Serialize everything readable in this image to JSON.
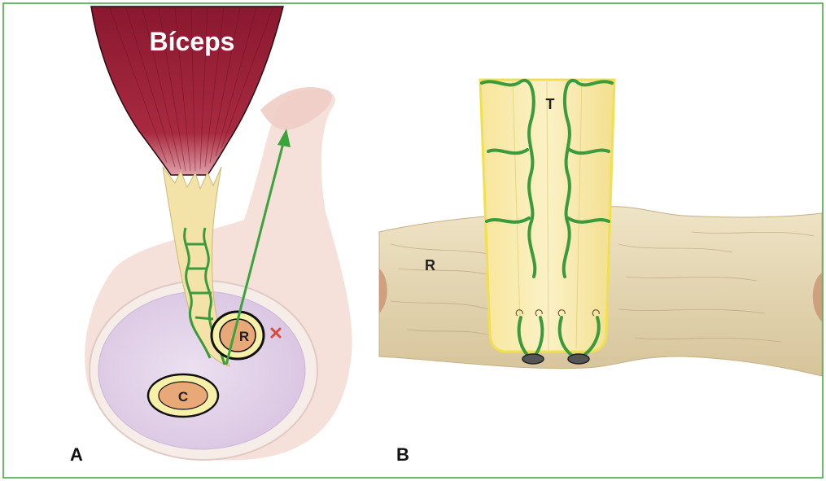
{
  "panel_a": {
    "muscle_label": "Bíceps",
    "radius_label": "R",
    "cut_label": "C",
    "panel_letter": "A"
  },
  "panel_b": {
    "tendon_label": "T",
    "radius_label": "R",
    "panel_letter": "B"
  },
  "colors": {
    "frame_border": "#3aa33a",
    "muscle": "#8e1a30",
    "tendon": "#f3e3a8",
    "suture": "#3b9a3b",
    "bone": "#e9dcb8",
    "skin": "#f3dcd4",
    "cross_section": "#e6d6ec",
    "bone_marker": "#e8a878",
    "x_mark": "#d94a3a"
  }
}
